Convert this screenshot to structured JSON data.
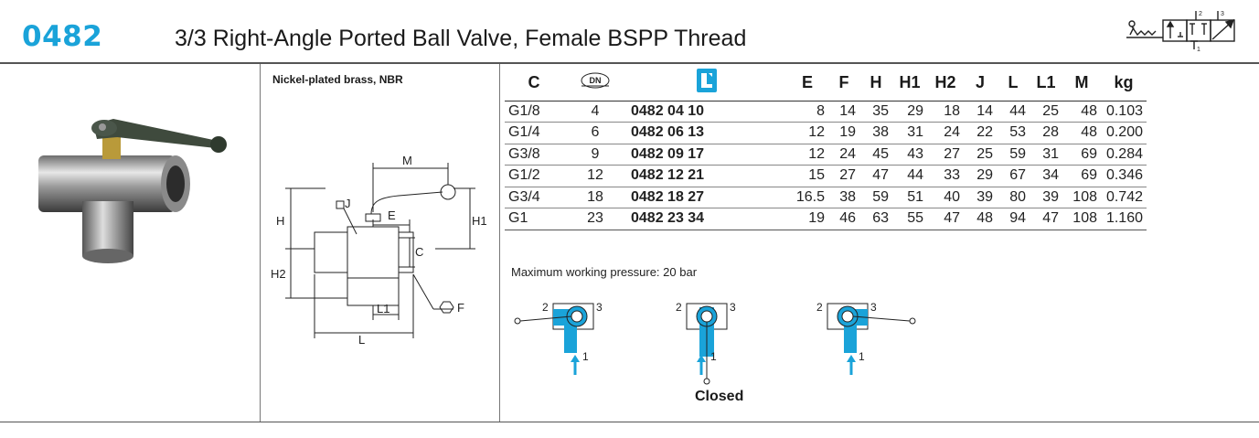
{
  "header": {
    "code": "0482",
    "title": "3/3 Right-Angle Ported Ball Valve, Female BSPP Thread",
    "symbol_icon": "valve-circuit-symbol-icon",
    "symbol_labels": [
      "2",
      "3",
      "1"
    ]
  },
  "material": "Nickel-plated brass, NBR",
  "drawing": {
    "labels": {
      "M": "M",
      "J": "J",
      "E": "E",
      "H": "H",
      "H1": "H1",
      "C": "C",
      "H2": "H2",
      "L1": "L1",
      "L": "L",
      "F": "F"
    }
  },
  "table": {
    "columns": [
      "C",
      "DN",
      "",
      "E",
      "F",
      "H",
      "H1",
      "H2",
      "J",
      "L",
      "L1",
      "M",
      "kg"
    ],
    "rows": [
      [
        "G1/8",
        "4",
        "0482 04 10",
        "8",
        "14",
        "35",
        "29",
        "18",
        "14",
        "44",
        "25",
        "48",
        "0.103"
      ],
      [
        "G1/4",
        "6",
        "0482 06 13",
        "12",
        "19",
        "38",
        "31",
        "24",
        "22",
        "53",
        "28",
        "48",
        "0.200"
      ],
      [
        "G3/8",
        "9",
        "0482 09 17",
        "12",
        "24",
        "45",
        "43",
        "27",
        "25",
        "59",
        "31",
        "69",
        "0.284"
      ],
      [
        "G1/2",
        "12",
        "0482 12 21",
        "15",
        "27",
        "47",
        "44",
        "33",
        "29",
        "67",
        "34",
        "69",
        "0.346"
      ],
      [
        "G3/4",
        "18",
        "0482 18 27",
        "16.5",
        "38",
        "59",
        "51",
        "40",
        "39",
        "80",
        "39",
        "108",
        "0.742"
      ],
      [
        "G1",
        "23",
        "0482 23 34",
        "19",
        "46",
        "63",
        "55",
        "47",
        "48",
        "94",
        "47",
        "108",
        "1.160"
      ]
    ]
  },
  "note": "Maximum working pressure: 20 bar",
  "positions": {
    "port_labels": [
      "2",
      "3",
      "1"
    ],
    "closed_label": "Closed"
  },
  "colors": {
    "accent": "#1aa3d9",
    "text": "#1a1a1a",
    "rule": "#555555"
  }
}
